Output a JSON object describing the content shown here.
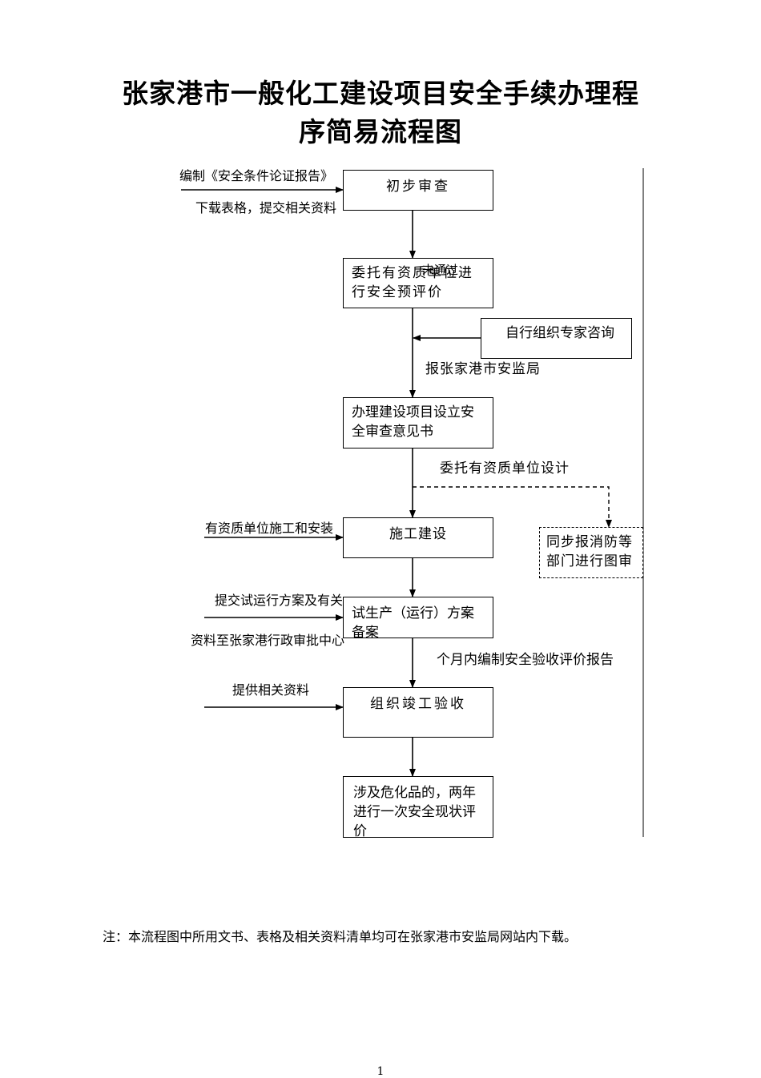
{
  "title": {
    "line1": "张家港市一般化工建设项目安全手续办理程",
    "line2": "序简易流程图"
  },
  "boxes": {
    "initial_review": "初步审查",
    "pre_evaluation": "委托有资质单位进行安全预评价",
    "expert_consult": "自行组织专家咨询",
    "review_opinion": "办理建设项目设立安全审查意见书",
    "construction": "施工建设",
    "fire_review": "同步报消防等部门进行图审",
    "trial_filing": "试生产（运行）方案备案",
    "acceptance": "组织竣工验收",
    "status_eval": "涉及危化品的，两年进行一次安全现状评价"
  },
  "labels": {
    "compile_report": "编制《安全条件论证报告》",
    "download_forms": "下载表格，提交相关资料",
    "overlap_text": "未通过",
    "report_bureau": "报张家港市安监局",
    "design": "委托有资质单位设计",
    "qualified_install": "有资质单位施工和安装",
    "submit_trial_1": "提交试运行方案及有关",
    "submit_trial_2": "资料至张家港行政审批中心",
    "acceptance_report": "个月内编制安全验收评价报告",
    "provide_docs": "提供相关资料"
  },
  "footer": {
    "note": "注：本流程图中所用文书、表格及相关资料清单均可在张家港市安监局网站内下载。",
    "page_number": "1"
  }
}
